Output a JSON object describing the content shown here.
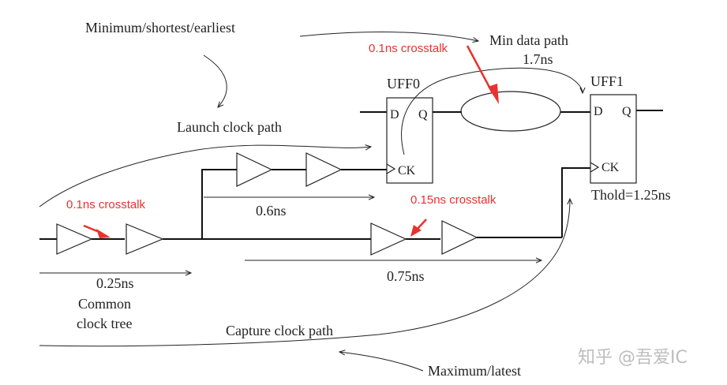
{
  "labels": {
    "minimum": "Minimum/shortest/earliest",
    "min_data_path": "Min data path",
    "min_data_delay": "1.7ns",
    "uff0": "UFF0",
    "uff1": "UFF1",
    "launch_clock_path": "Launch clock path",
    "d": "D",
    "q": "Q",
    "ck": "CK",
    "launch_branch_delay": "0.6ns",
    "capture_branch_delay": "0.75ns",
    "common_delay": "0.25ns",
    "common_line1": "Common",
    "common_line2": "clock tree",
    "thold": "Thold=1.25ns",
    "capture_clock_path": "Capture clock path",
    "maximum": "Maximum/latest"
  },
  "crosstalk": {
    "data_path": "0.1ns crosstalk",
    "common_tree": "0.1ns crosstalk",
    "capture_path": "0.15ns crosstalk",
    "color": "#e8322e"
  },
  "watermark": "知乎 @吾爱IC"
}
